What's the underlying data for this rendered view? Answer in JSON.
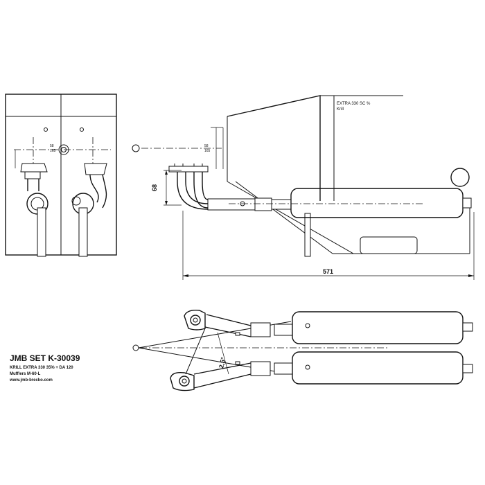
{
  "title": {
    "set_name": "JMB SET K-30039",
    "engine_line": "KRILL EXTRA 330 35% + DA 120",
    "muffler_line": "Mufflers M-60-L",
    "website": "www.jmb-brecko.com"
  },
  "fuselage_label": {
    "line1": "EXTRA 330 SC %",
    "line2": "Krill"
  },
  "dimensions": {
    "height": "68",
    "length": "571",
    "angle": "2,5°"
  },
  "small_labels": {
    "left_mark_top": "58",
    "left_mark_bottom": "165",
    "side_mark_top": "58",
    "side_mark_bottom": "165"
  }
}
